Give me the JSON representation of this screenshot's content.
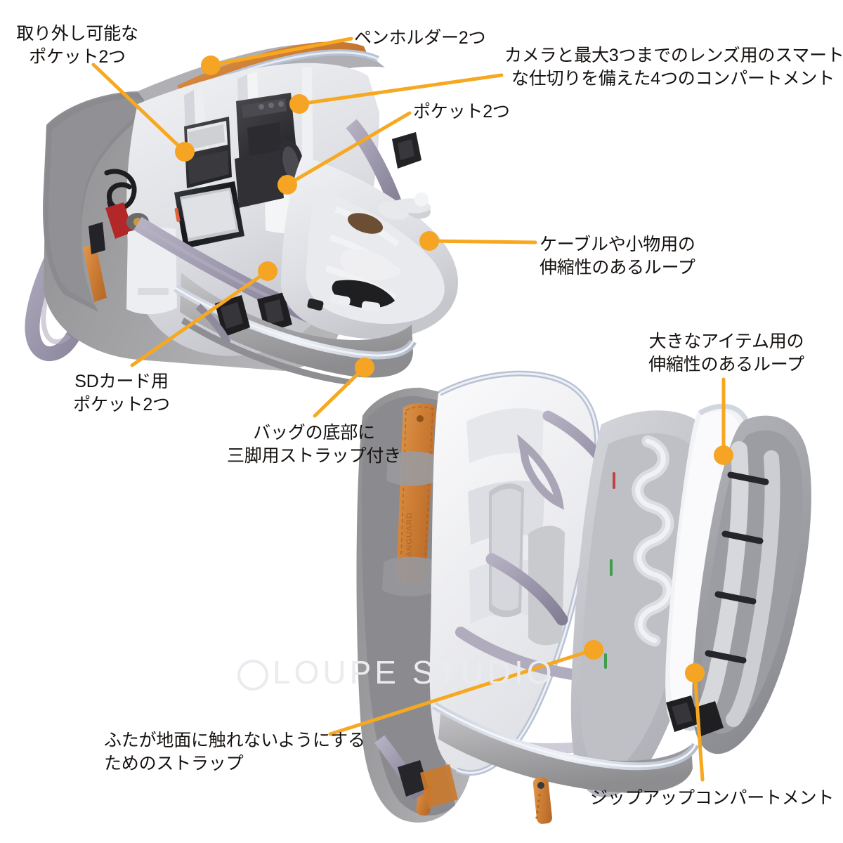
{
  "product": {
    "brand": "VANGUARD",
    "watermark": "LOUPE STUDIO",
    "type": "camera-shoulder-bag-feature-infographic"
  },
  "colors": {
    "accent": "#f5a423",
    "accent_line": "#f7a821",
    "text": "#15110f",
    "background": "#ffffff",
    "bag_shell": "#9a9a9c",
    "bag_shell_light": "#c3c3c5",
    "bag_lining": "#e3e4e8",
    "bag_lining_shadow": "#c9cace",
    "leather": "#d0813a",
    "strap": "#9d98ad",
    "zipper": "#b9c0cf",
    "watermark": "#e9ebef"
  },
  "annotations": [
    {
      "id": "detachable-pockets",
      "lines": [
        "取り外し可能な",
        "ポケット2つ"
      ],
      "align": "center",
      "dot": [
        263,
        216
      ]
    },
    {
      "id": "pen-holders",
      "lines": [
        "ペンホルダー2つ"
      ],
      "align": "left",
      "dot": [
        300,
        93
      ]
    },
    {
      "id": "four-compartments",
      "lines": [
        "カメラと最大3つまでのレンズ用のスマート",
        "な仕切りを備えた4つのコンパートメント"
      ],
      "align": "right",
      "dot": [
        426,
        148
      ]
    },
    {
      "id": "two-pockets",
      "lines": [
        "ポケット2つ"
      ],
      "align": "left",
      "dot": [
        409,
        263
      ]
    },
    {
      "id": "cable-loops",
      "lines": [
        "ケーブルや小物用の",
        "伸縮性のあるループ"
      ],
      "align": "left",
      "dot": [
        611,
        343
      ]
    },
    {
      "id": "sd-card-pockets",
      "lines": [
        "SDカード用",
        "ポケット2つ"
      ],
      "align": "center",
      "dot": [
        381,
        386
      ]
    },
    {
      "id": "tripod-strap",
      "lines": [
        "バッグの底部に",
        "三脚用ストラップ付き"
      ],
      "align": "center",
      "dot": [
        519,
        523
      ]
    },
    {
      "id": "large-item-loops",
      "lines": [
        "大きなアイテム用の",
        "伸縮性のあるループ"
      ],
      "align": "center",
      "dot": [
        1030,
        648
      ]
    },
    {
      "id": "lid-ground-strap",
      "lines": [
        "ふたが地面に触れないようにする",
        "ためのストラップ"
      ],
      "align": "left",
      "dot": [
        845,
        925
      ]
    },
    {
      "id": "zip-up-compartment",
      "lines": [
        "ジップアップコンパートメント"
      ],
      "align": "left",
      "dot": [
        989,
        958
      ]
    }
  ]
}
